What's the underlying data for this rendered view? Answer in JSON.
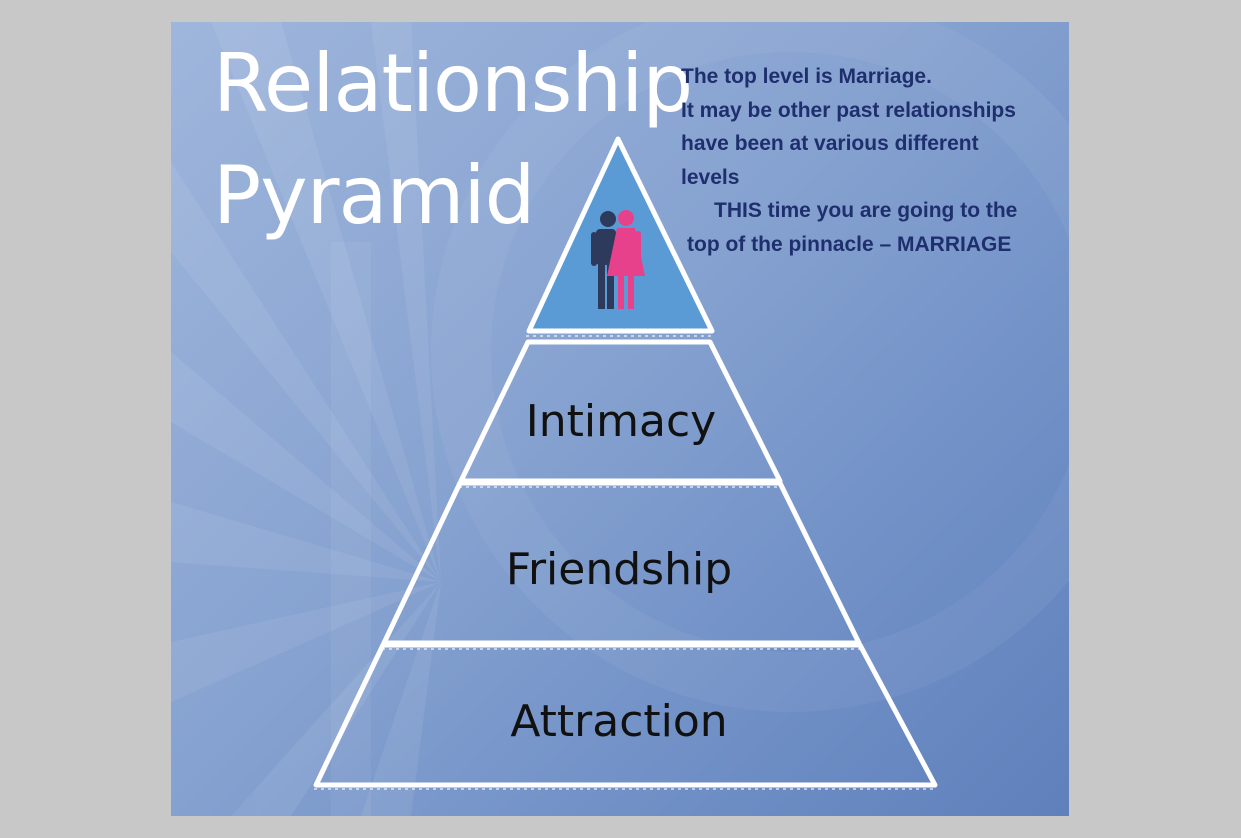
{
  "slide": {
    "title_line1": "Relationship",
    "title_line2": "Pyramid",
    "note_lines": [
      "The top level is Marriage.",
      "It may be other past relationships",
      "have been at various different",
      "levels",
      "THIS time you are going to the",
      "top of the pinnacle – MARRIAGE"
    ]
  },
  "pyramid": {
    "top_icon": "couple-icon",
    "tiers": [
      "Intimacy",
      "Friendship",
      "Attraction"
    ]
  },
  "colors": {
    "page_background": "#c8c8c8",
    "slide_background": "#86a2d0",
    "title_text": "#ffffff",
    "note_text": "#1f2f6e",
    "apex_fill": "#5b9bd5",
    "man_figure": "#2e3a5c",
    "woman_figure": "#e8418c",
    "chalk_line": "#ffffff"
  }
}
